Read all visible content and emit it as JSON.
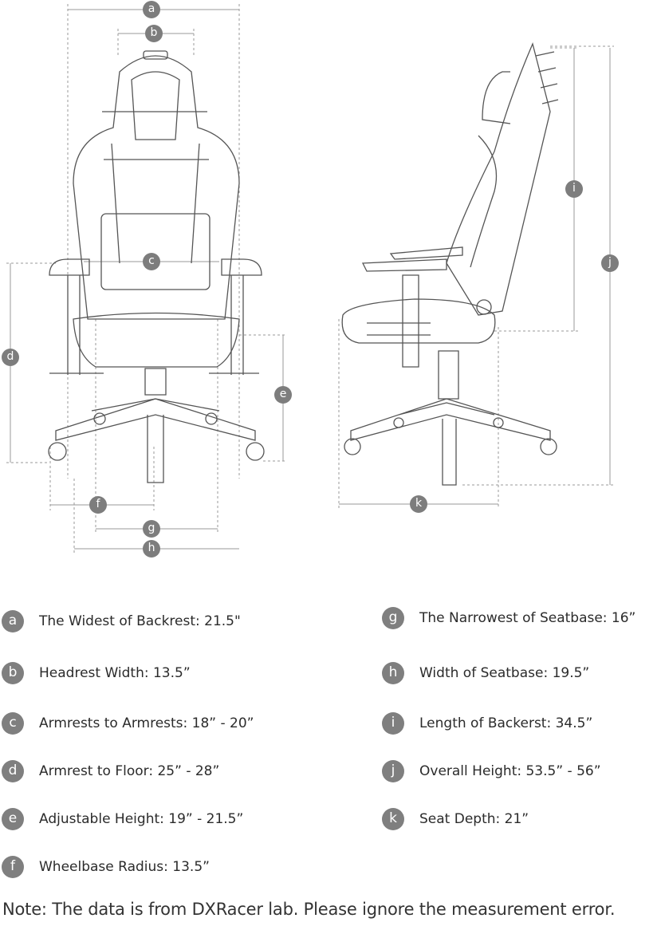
{
  "diagram": {
    "markers": {
      "a": "a",
      "b": "b",
      "c": "c",
      "d": "d",
      "e": "e",
      "f": "f",
      "g": "g",
      "h": "h",
      "i": "i",
      "j": "j",
      "k": "k"
    }
  },
  "legend": [
    {
      "letter": "a",
      "text": "The Widest of Backrest: 21.5\""
    },
    {
      "letter": "b",
      "text": "Headrest Width: 13.5”"
    },
    {
      "letter": "c",
      "text": "Armrests to Armrests: 18” - 20”"
    },
    {
      "letter": "d",
      "text": "Armrest to Floor: 25” - 28”"
    },
    {
      "letter": "e",
      "text": "Adjustable Height: 19” - 21.5”"
    },
    {
      "letter": "f",
      "text": "Wheelbase Radius: 13.5”"
    },
    {
      "letter": "g",
      "text": "The Narrowest of Seatbase: 16”"
    },
    {
      "letter": "h",
      "text": "Width of Seatbase: 19.5”"
    },
    {
      "letter": "i",
      "text": "Length of Backerst: 34.5”"
    },
    {
      "letter": "j",
      "text": "Overall Height: 53.5” - 56”"
    },
    {
      "letter": "k",
      "text": "Seat Depth: 21”"
    }
  ],
  "note": "Note: The data is from DXRacer lab. Please ignore the measurement error.",
  "colors": {
    "marker": "#7d7d7d",
    "line": "#555555",
    "dim": "#9a9a9a"
  }
}
